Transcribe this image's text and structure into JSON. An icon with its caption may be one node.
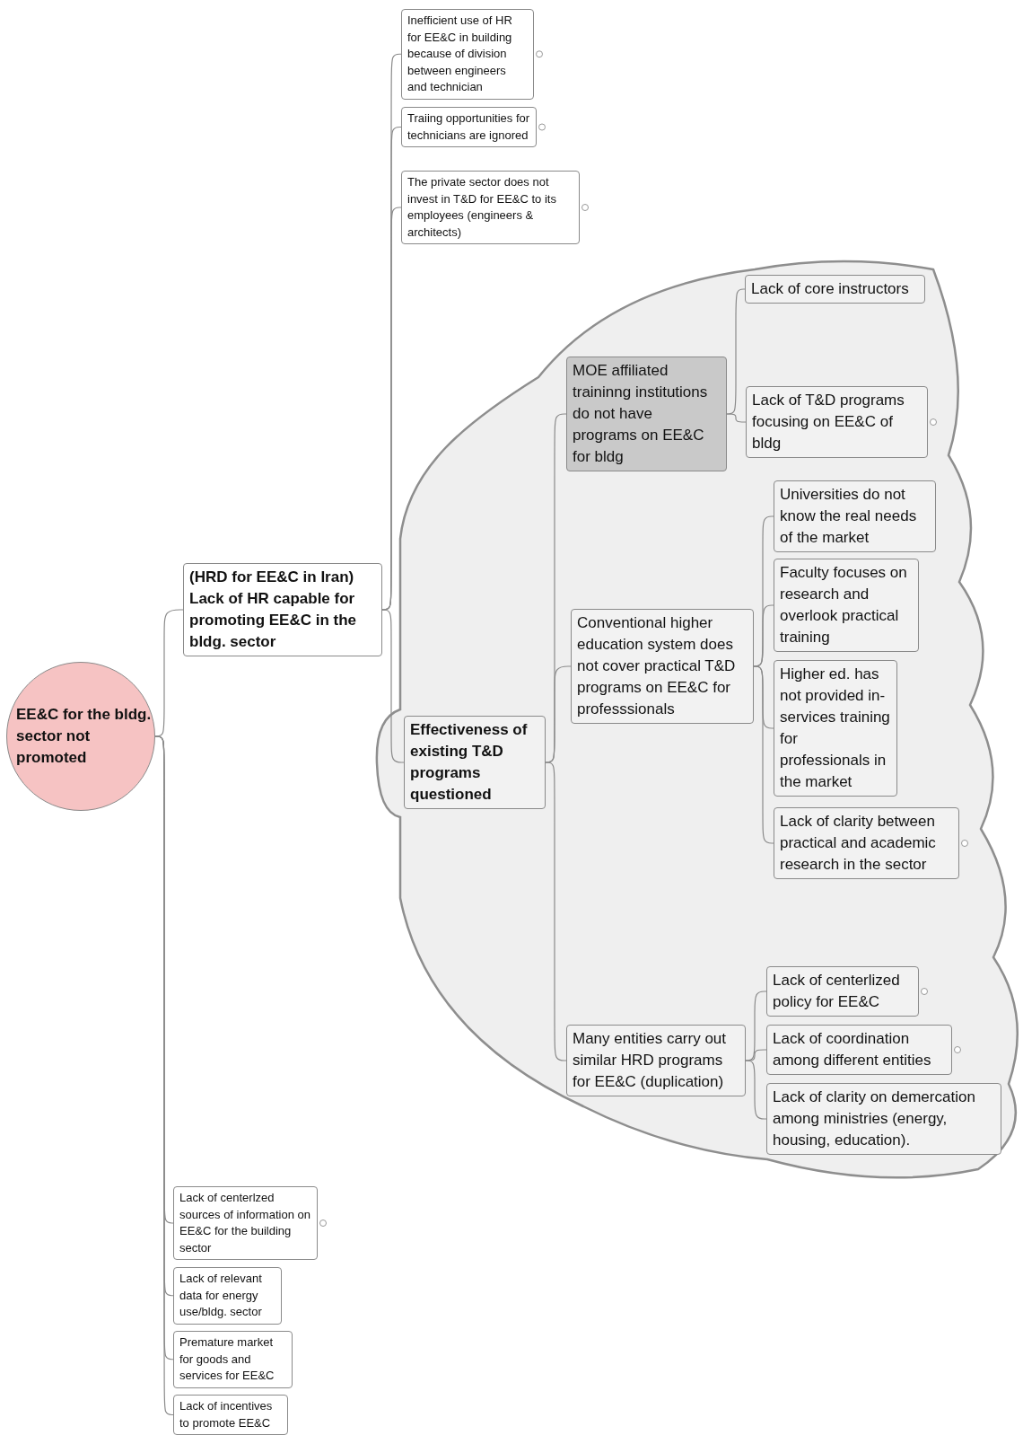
{
  "diagram": {
    "nodes": [
      {
        "text": [
          "EE&C for the bldg. sector not promoted"
        ]
      },
      {
        "text": [
          "(HRD for EE&C in Iran) Lack of HR capable for promoting EE&C in the bldg. sector"
        ]
      },
      {
        "text": [
          "Inefficient use of HR for EE&C in building because of division between engineers and technician"
        ]
      },
      {
        "text": [
          "Traiing opportunities for technicians are ignored"
        ]
      },
      {
        "text": [
          "The private sector does not invest in T&D for EE&C to its employees (engineers & architects)"
        ]
      },
      {
        "text": [],
        "shape": "cloud"
      },
      {
        "text": [
          "Effectiveness of existing T&D programs questioned"
        ],
        "in": 5
      },
      {
        "text": [
          "MOE affiliated traininng institutions do not have programs on EE&C for bldg"
        ],
        "in": 5
      },
      {
        "text": [
          "Lack of core instructors"
        ],
        "in": 5
      },
      {
        "text": [
          "Lack of T&D programs focusing on EE&C of bldg"
        ],
        "in": 5
      },
      {
        "text": [
          "Conventional higher education system does not cover practical T&D programs on EE&C for professsionals"
        ],
        "in": 5
      },
      {
        "text": [
          "Universities do not know the real needs of the market"
        ],
        "in": 5
      },
      {
        "text": [
          "Faculty focuses on research and overlook practical training"
        ],
        "in": 5
      },
      {
        "text": [
          "Higher ed. has not provided in-services training for professionals in the market"
        ],
        "in": 5
      },
      {
        "text": [
          "Lack of clarity between practical and academic research in the sector"
        ],
        "in": 5
      },
      {
        "text": [
          "Many entities carry out similar HRD programs for EE&C (duplication)"
        ],
        "in": 5
      },
      {
        "text": [
          "Lack of centerlized policy for EE&C"
        ],
        "in": 5
      },
      {
        "text": [
          "Lack of coordination among different entities"
        ],
        "in": 5
      },
      {
        "text": [
          "Lack of clarity on demercation among ministries (energy, housing, education)."
        ],
        "in": 5
      },
      {
        "text": [
          "Lack of centerlzed sources of information on EE&C for the building sector"
        ]
      },
      {
        "text": [
          "Lack of relevant data for energy use/bldg. sector"
        ]
      },
      {
        "text": [
          "Premature market for goods and services for EE&C"
        ]
      },
      {
        "text": [
          "Lack of incentives to promote EE&C"
        ]
      }
    ],
    "edges": [
      {
        "from": 0,
        "to": 1,
        "arrow": "none"
      },
      {
        "from": 1,
        "to": 2,
        "arrow": "none"
      },
      {
        "from": 1,
        "to": 3,
        "arrow": "none"
      },
      {
        "from": 1,
        "to": 4,
        "arrow": "none"
      },
      {
        "from": 1,
        "to": 6,
        "arrow": "none"
      },
      {
        "from": 6,
        "to": 7,
        "arrow": "none"
      },
      {
        "from": 7,
        "to": 8,
        "arrow": "none"
      },
      {
        "from": 7,
        "to": 9,
        "arrow": "none"
      },
      {
        "from": 6,
        "to": 10,
        "arrow": "none"
      },
      {
        "from": 10,
        "to": 11,
        "arrow": "none"
      },
      {
        "from": 10,
        "to": 12,
        "arrow": "none"
      },
      {
        "from": 10,
        "to": 13,
        "arrow": "none"
      },
      {
        "from": 10,
        "to": 14,
        "arrow": "none"
      },
      {
        "from": 6,
        "to": 15,
        "arrow": "none"
      },
      {
        "from": 15,
        "to": 16,
        "arrow": "none"
      },
      {
        "from": 15,
        "to": 17,
        "arrow": "none"
      },
      {
        "from": 15,
        "to": 18,
        "arrow": "none"
      },
      {
        "from": 0,
        "to": 19,
        "arrow": "none"
      },
      {
        "from": 0,
        "to": 20,
        "arrow": "none"
      },
      {
        "from": 0,
        "to": 21,
        "arrow": "none"
      },
      {
        "from": 0,
        "to": 22,
        "arrow": "none"
      }
    ]
  }
}
